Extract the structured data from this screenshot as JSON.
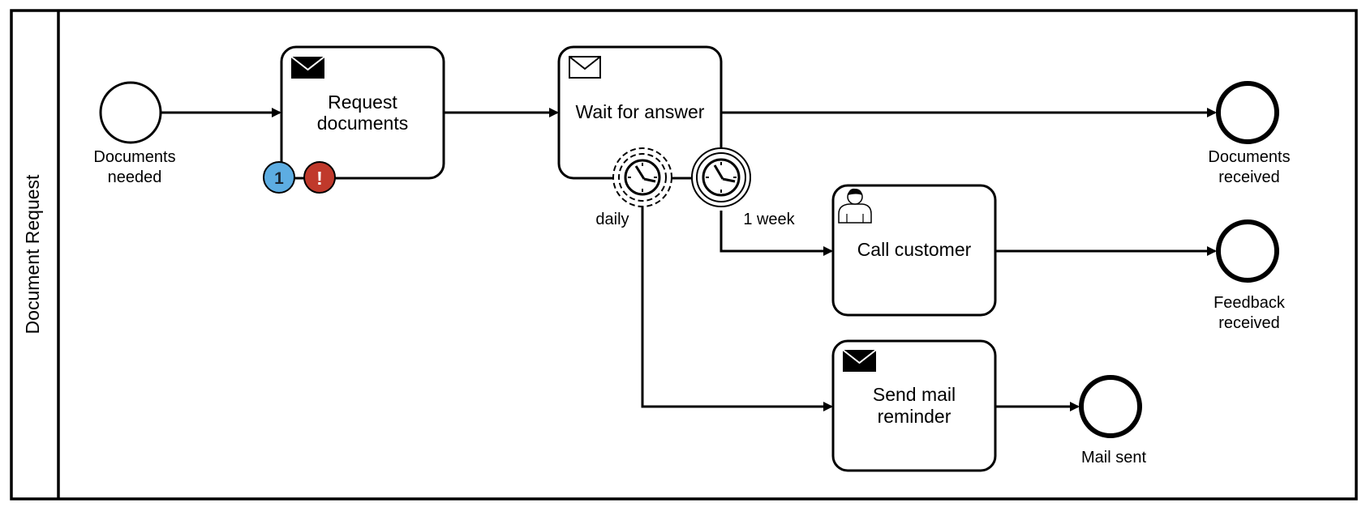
{
  "pool": {
    "label": "Document Request"
  },
  "start_event": {
    "label_line1": "Documents",
    "label_line2": "needed"
  },
  "tasks": {
    "request_documents": {
      "line1": "Request",
      "line2": "documents",
      "icon": "envelope-filled-icon"
    },
    "wait_for_answer": {
      "line1": "Wait for answer",
      "icon": "envelope-outline-icon"
    },
    "call_customer": {
      "line1": "Call customer",
      "icon": "user-icon"
    },
    "send_mail_reminder": {
      "line1": "Send mail",
      "line2": "reminder",
      "icon": "envelope-filled-icon"
    }
  },
  "badges": {
    "count": "1",
    "error": "!"
  },
  "boundary_events": {
    "daily": {
      "label": "daily",
      "icon": "timer-icon"
    },
    "one_week": {
      "label": "1 week",
      "icon": "timer-icon"
    }
  },
  "end_events": {
    "documents_received": {
      "line1": "Documents",
      "line2": "received"
    },
    "feedback_received": {
      "line1": "Feedback",
      "line2": "received"
    },
    "mail_sent": {
      "line1": "Mail sent"
    }
  },
  "colors": {
    "badge_count": "#5dade2",
    "badge_error": "#c0392b",
    "stroke": "#000000"
  }
}
